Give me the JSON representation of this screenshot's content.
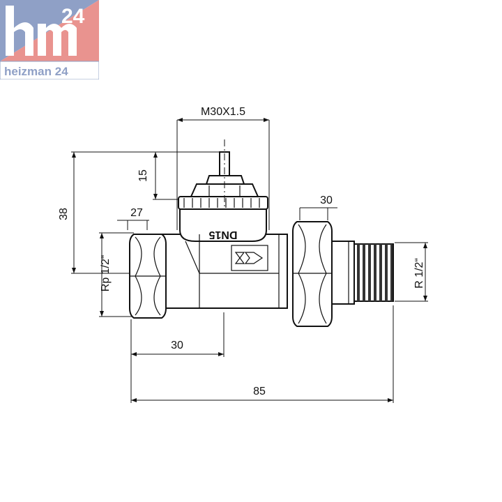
{
  "logo": {
    "number": "24",
    "mark": "hm",
    "caption": "heizman 24"
  },
  "dimensions": {
    "thread_top": "M30X1.5",
    "height_15": "15",
    "height_38": "38",
    "wrench_27": "27",
    "wrench_30": "30",
    "inlet_thread": "Rp 1/2“",
    "outlet_thread": "R 1/2“",
    "offset_30": "30",
    "total_85": "85"
  },
  "body_marking": "DN15",
  "colors": {
    "logo_blue": "#8fa0c6",
    "logo_red": "#e9938f",
    "logo_caption": "#8fa0c6",
    "line": "#111111"
  }
}
